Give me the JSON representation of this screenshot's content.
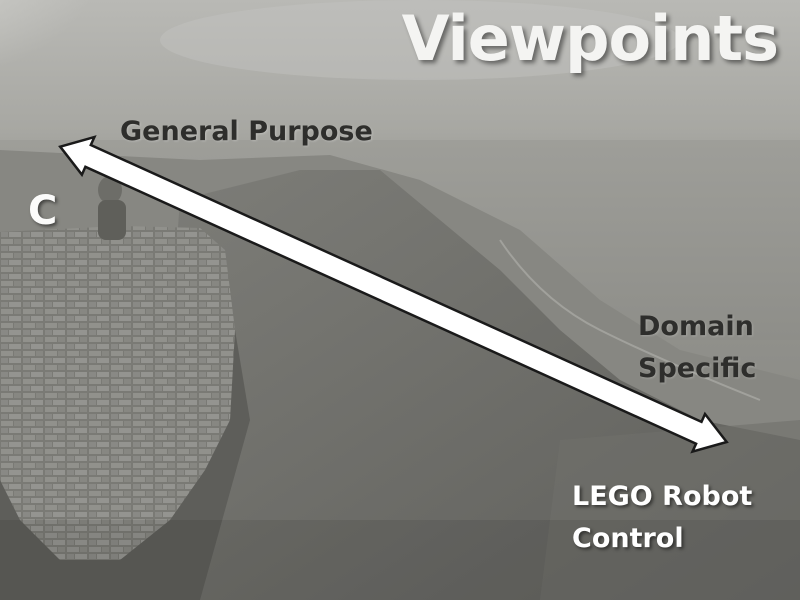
{
  "slide": {
    "title": "Viewpoints",
    "general_label": "General Purpose",
    "c_label": "C",
    "domain_label": [
      "Domain",
      "Specific"
    ],
    "lego_label": [
      "LEGO Robot",
      "Control"
    ]
  },
  "background": {
    "description_icon": "sea-cliff-photo",
    "tone": "grayscale"
  },
  "colors": {
    "arrow_fill": "#ffffff",
    "arrow_stroke": "#1a1a1a",
    "title": "#f4f4f2",
    "dark_label": "#2e2e2c"
  }
}
